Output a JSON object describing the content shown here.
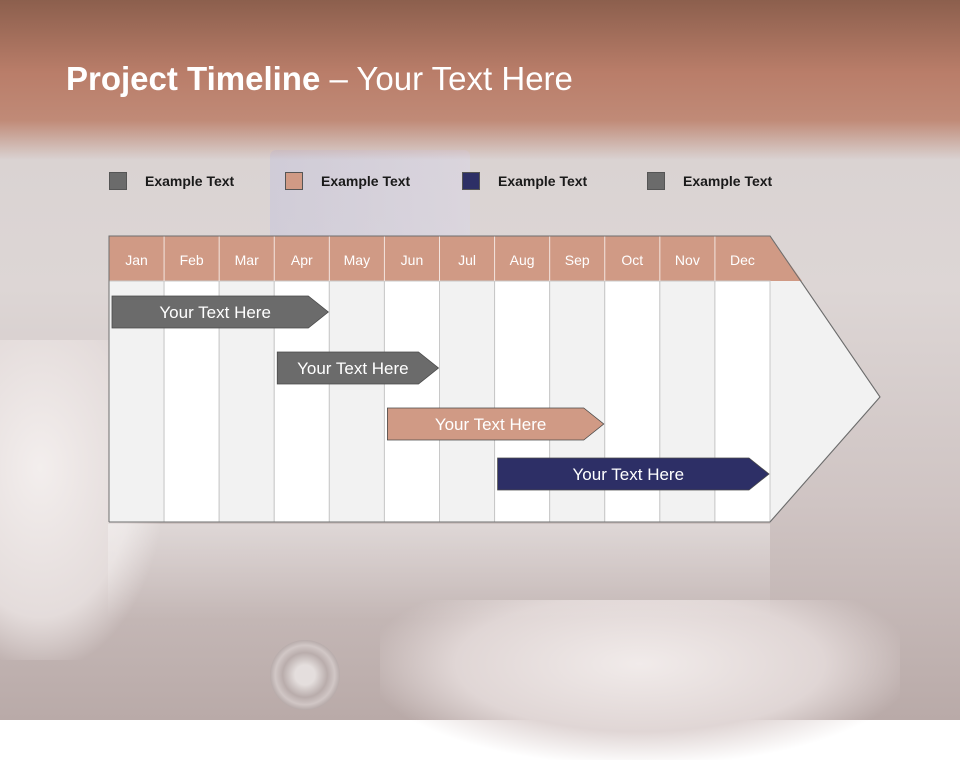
{
  "title": {
    "bold": "Project Timeline",
    "rest": " – Your Text Here"
  },
  "legend": [
    {
      "label": "Example Text",
      "color": "#6b6b6b"
    },
    {
      "label": "Example Text",
      "color": "#d09a85"
    },
    {
      "label": "Example Text",
      "color": "#2d2f66"
    },
    {
      "label": "Example Text",
      "color": "#6b6b6b"
    }
  ],
  "months": [
    "Jan",
    "Feb",
    "Mar",
    "Apr",
    "May",
    "Jun",
    "Jul",
    "Aug",
    "Sep",
    "Oct",
    "Nov",
    "Dec"
  ],
  "colors": {
    "header": "#d09a85",
    "header_text": "#ffffff",
    "column_shade": "#f2f2f2",
    "column_light": "#ffffff"
  },
  "bars": [
    {
      "label": "Your  Text Here",
      "start_month": "Jan",
      "end_month": "Apr",
      "color": "#6b6b6b"
    },
    {
      "label": "Your  Text Here",
      "start_month": "Apr",
      "end_month": "Jun",
      "color": "#6b6b6b"
    },
    {
      "label": "Your  Text Here",
      "start_month": "Jun",
      "end_month": "Sep",
      "color": "#d09a85"
    },
    {
      "label": "Your  Text Here",
      "start_month": "Aug",
      "end_month": "Dec",
      "color": "#2d2f66"
    }
  ]
}
